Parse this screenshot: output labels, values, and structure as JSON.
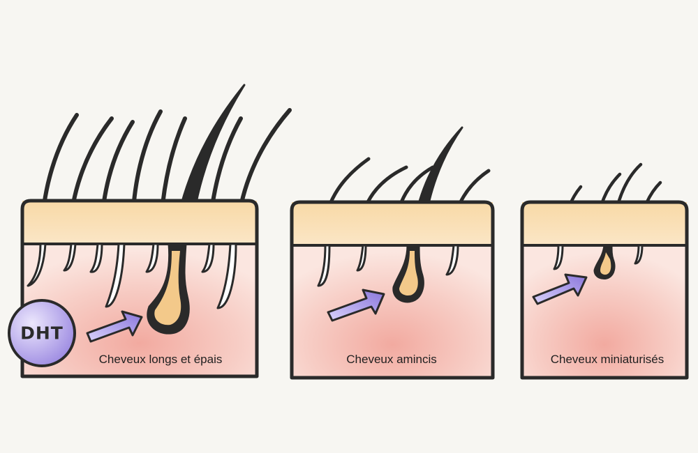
{
  "diagram": {
    "stages": [
      {
        "id": "stage-thick",
        "caption": "Cheveux longs et épais"
      },
      {
        "id": "stage-thinned",
        "caption": "Cheveux amincis"
      },
      {
        "id": "stage-miniaturized",
        "caption": "Cheveux miniaturisés"
      }
    ],
    "hormone_label": "DHT",
    "colors": {
      "outline": "#2a2a2a",
      "epidermis": "#f6cf93",
      "dermis": "#f3b7ae",
      "follicle_core": "#f3c98a",
      "arrow": "#9b8be0",
      "dht_circle": "#9e8ce4"
    }
  }
}
